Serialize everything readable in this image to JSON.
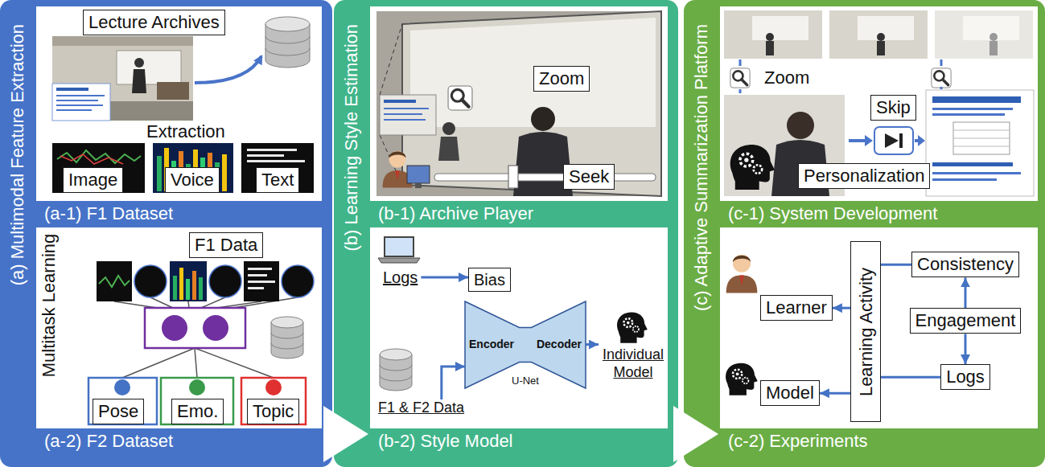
{
  "diagram": {
    "nodes": [
      {
        "text": [
          "(a) Multimodal Feature Extraction"
        ]
      },
      {
        "text": [
          "(a-1) F1 Dataset"
        ],
        "in": 0
      },
      {
        "text": [
          "Lecture Archives"
        ],
        "in": 1
      },
      {
        "text": [
          "Image"
        ],
        "in": 1
      },
      {
        "text": [
          "Voice"
        ],
        "in": 1
      },
      {
        "text": [
          "Text"
        ],
        "in": 1
      },
      {
        "text": [
          "(a-2) F2 Dataset"
        ],
        "in": 0
      },
      {
        "text": [
          "F1 Data"
        ],
        "in": 6
      },
      {
        "text": [
          "Pose"
        ],
        "in": 6
      },
      {
        "text": [
          "Emo."
        ],
        "in": 6
      },
      {
        "text": [
          "Topic"
        ],
        "in": 6
      },
      {
        "text": [
          "(b) Learning Style Estimation"
        ]
      },
      {
        "text": [
          "(b-1) Archive Player"
        ],
        "in": 11
      },
      {
        "text": [
          "Zoom"
        ],
        "in": 12
      },
      {
        "text": [
          "Seek"
        ],
        "in": 12
      },
      {
        "text": [
          "(b-2) Style Model"
        ],
        "in": 11
      },
      {
        "text": [
          "Logs"
        ],
        "in": 15
      },
      {
        "text": [
          "Bias"
        ],
        "in": 15
      },
      {
        "text": [
          "Encoder",
          "Decoder",
          "U-Net"
        ],
        "in": 15
      },
      {
        "text": [
          "F1 & F2 Data"
        ],
        "in": 15
      },
      {
        "text": [
          "Individual Model"
        ],
        "in": 15
      },
      {
        "text": [
          "(c) Adaptive Summarization Platform"
        ]
      },
      {
        "text": [
          "(c-1) System Development"
        ],
        "in": 21
      },
      {
        "text": [
          "Skip"
        ],
        "in": 22
      },
      {
        "text": [
          "Personalization"
        ],
        "in": 22
      },
      {
        "text": [
          "(c-2) Experiments"
        ],
        "in": 21
      },
      {
        "text": [
          "Learner"
        ],
        "in": 25
      },
      {
        "text": [
          "Model"
        ],
        "in": 25
      },
      {
        "text": [
          "Learning Activity"
        ],
        "in": 25
      },
      {
        "text": [
          "Consistency"
        ],
        "in": 25
      },
      {
        "text": [
          "Engagement"
        ],
        "in": 25
      },
      {
        "text": [
          "Logs"
        ],
        "in": 25
      }
    ],
    "edges": [
      {
        "from": 0,
        "to": 11,
        "arrow": "to"
      },
      {
        "from": 11,
        "to": 21,
        "arrow": "to"
      },
      {
        "from": 16,
        "to": 17,
        "arrow": "to"
      },
      {
        "from": 19,
        "to": 18,
        "arrow": "to"
      },
      {
        "from": 18,
        "to": 20,
        "arrow": "to"
      },
      {
        "from": 28,
        "to": 26,
        "arrow": "to"
      },
      {
        "from": 28,
        "to": 27,
        "arrow": "to"
      },
      {
        "from": 29,
        "to": 28,
        "arrow": "none"
      },
      {
        "from": 31,
        "to": 28,
        "arrow": "none"
      },
      {
        "from": 30,
        "to": 29,
        "arrow": "to"
      },
      {
        "from": 30,
        "to": 31,
        "arrow": "to"
      }
    ],
    "labels": [
      "Extraction",
      "Multitask Learning",
      "Zoom"
    ]
  }
}
